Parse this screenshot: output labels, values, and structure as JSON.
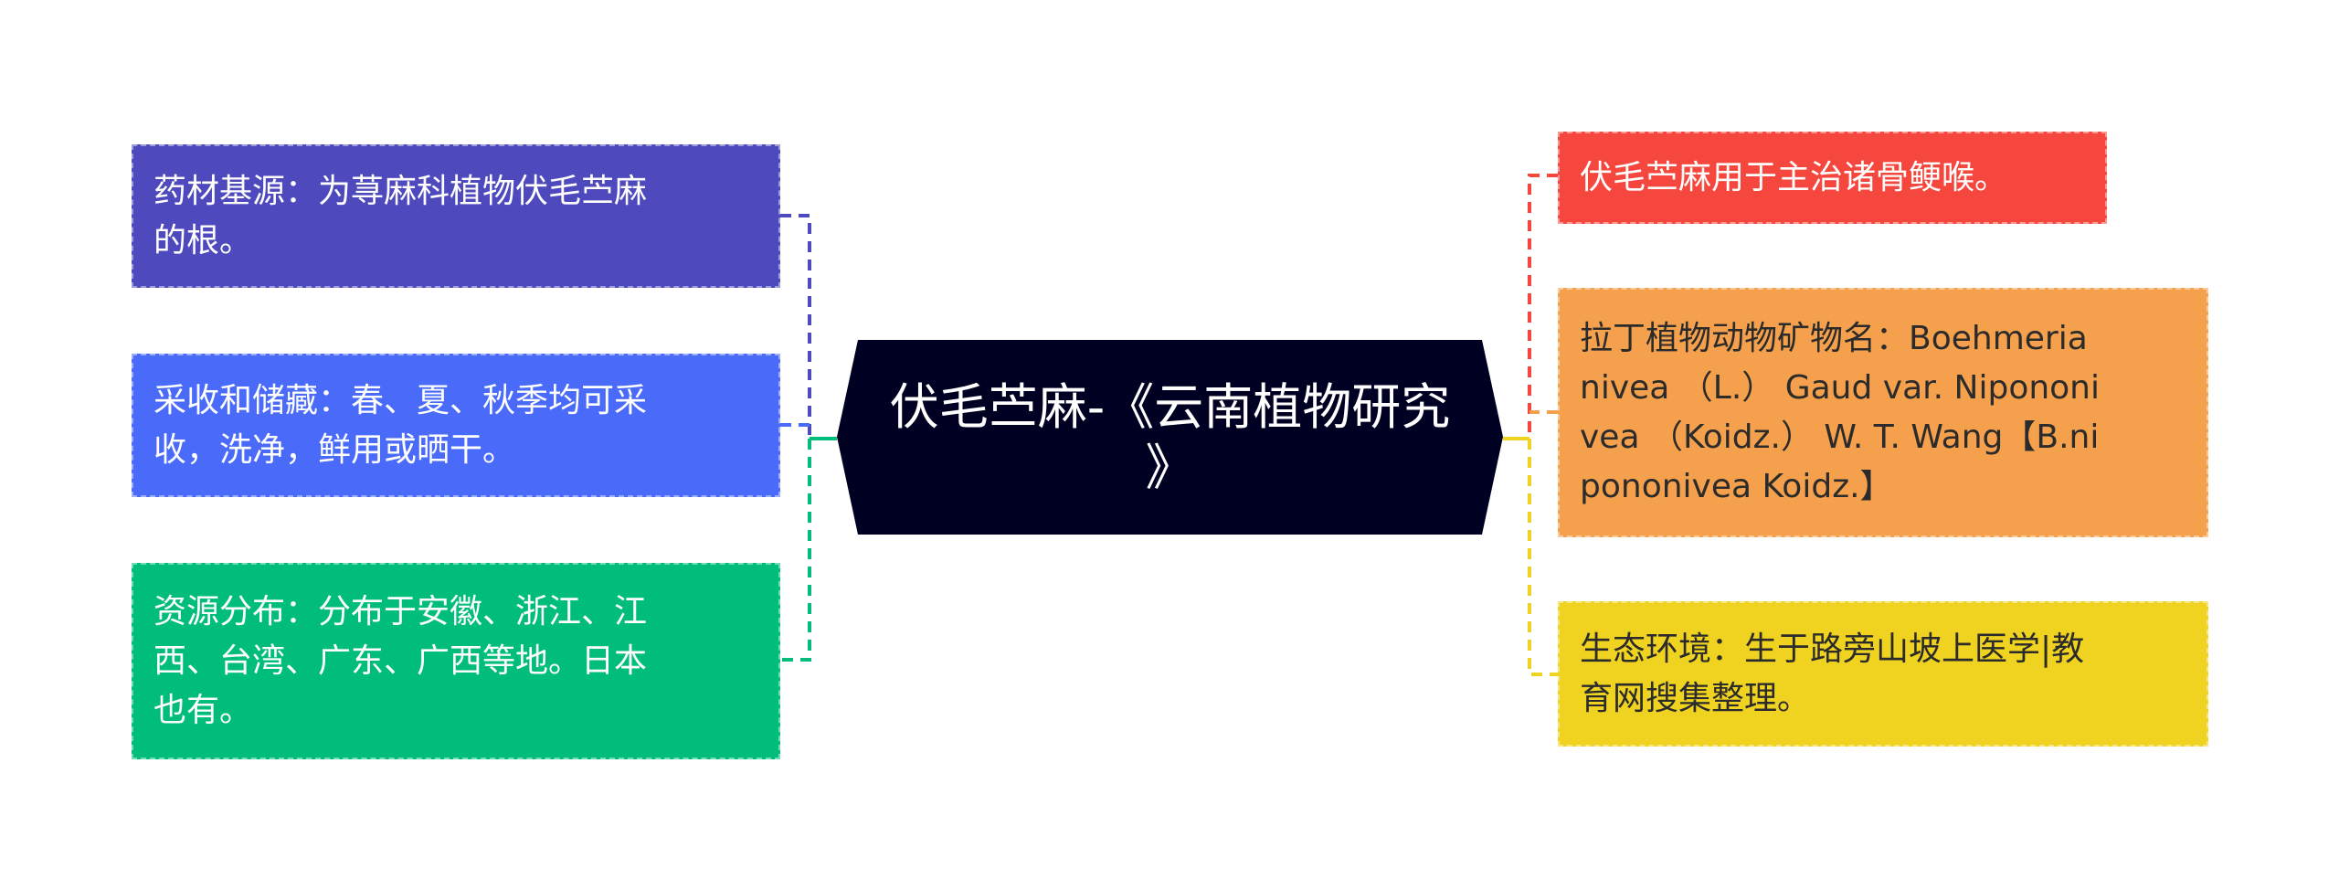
{
  "center": {
    "lines": [
      "伏毛苎麻-《云南植物研究",
      "》"
    ],
    "color": "#000022"
  },
  "left_nodes": [
    {
      "lines": [
        "药材基源：为荨麻科植物伏毛苎麻",
        "的根。"
      ],
      "color": "#4F49BE"
    },
    {
      "lines": [
        "采收和储藏：春、夏、秋季均可采",
        "收，洗净，鲜用或晒干。"
      ],
      "color": "#4A6BFA"
    },
    {
      "lines": [
        "资源分布：分布于安徽、浙江、江",
        "西、台湾、广东、广西等地。日本",
        "也有。"
      ],
      "color": "#00BE7A"
    }
  ],
  "right_nodes": [
    {
      "lines": [
        "伏毛苎麻用于主治诸骨鲠喉。"
      ],
      "color": "#F5473E"
    },
    {
      "lines": [
        "拉丁植物动物矿物名：Boehmeria",
        "nivea （L.） Gaud var. Nipononi",
        "vea （Koidz.） W. T. Wang【B.ni",
        "pononivea Koidz.】"
      ],
      "color": "#F5A04C"
    },
    {
      "lines": [
        "生态环境：生于路旁山坡上医学|教",
        "育网搜集整理。"
      ],
      "color": "#F0D321"
    }
  ]
}
